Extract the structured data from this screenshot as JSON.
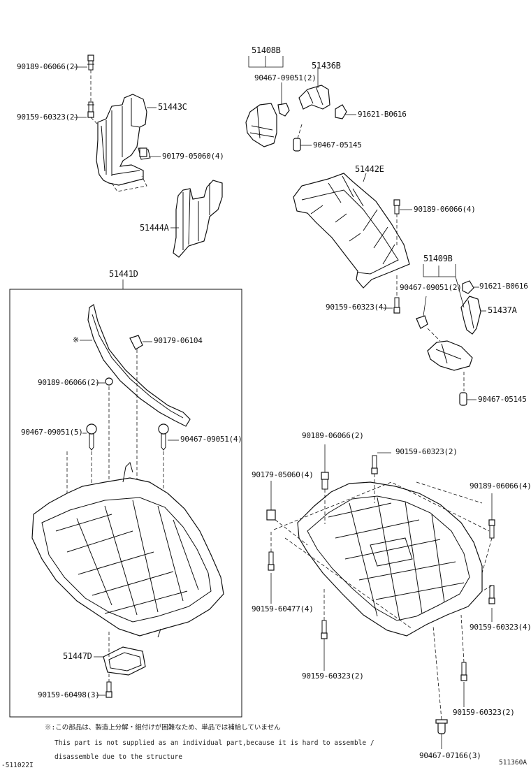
{
  "labels": {
    "p_90189_06066_tl": "90189-06066(2)",
    "p_90159_60323_tl": "90159-60323(2)",
    "p_51443C": "51443C",
    "p_90179_05060_t": "90179-05060(4)",
    "p_51444A": "51444A",
    "p_51408B": "51408B",
    "p_51436B": "51436B",
    "p_90467_09051_t": "90467-09051(2)",
    "p_91621_B0616_t": "91621-B0616",
    "p_90467_05145_t": "90467-05145",
    "p_51442E": "51442E",
    "p_90189_06066_m": "90189-06066(4)",
    "p_51409B": "51409B",
    "p_90467_09051_m": "90467-09051(2)",
    "p_91621_B0616_m": "91621-B0616",
    "p_51437A": "51437A",
    "p_90159_60323_m": "90159-60323(4)",
    "p_90467_05145_m": "90467-05145",
    "p_51441D": "51441D",
    "p_star": "※",
    "p_90179_06104": "90179-06104",
    "p_90189_06066_l": "90189-06066(2)",
    "p_90467_09051_l5": "90467-09051(5)",
    "p_90467_09051_l4": "90467-09051(4)",
    "p_51447D": "51447D",
    "p_90159_60498": "90159-60498(3)",
    "p_90189_06066_r2": "90189-06066(2)",
    "p_90159_60323_r2a": "90159-60323(2)",
    "p_90179_05060_r": "90179-05060(4)",
    "p_90189_06066_r4": "90189-06066(4)",
    "p_90159_60477": "90159-60477(4)",
    "p_90159_60323_r4": "90159-60323(4)",
    "p_90159_60323_r2b": "90159-60323(2)",
    "p_90159_60323_r2c": "90159-60323(2)",
    "p_90467_07166": "90467-07166(3)"
  },
  "notes": {
    "jp": "※:この部品は、製造上分解・組付けが困難なため、単品では補給していません",
    "en1": "This part is not supplied as an individual part,because it is hard to assemble /",
    "en2": "disassemble due to the structure"
  },
  "footer": {
    "left_code": "-511022I",
    "right_code": "511360A"
  },
  "icons": [
    "bolt-icon",
    "clip-icon",
    "nut-icon",
    "screw-icon"
  ]
}
